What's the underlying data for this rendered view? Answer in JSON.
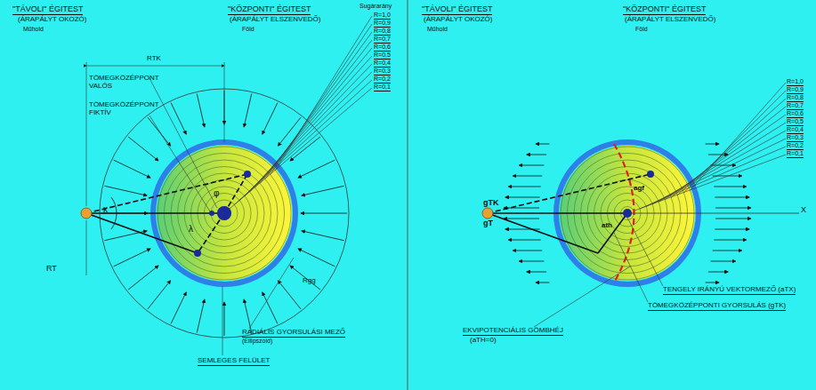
{
  "diagram": {
    "labels": [
      "\"TÁVOLI\" ÉGITEST",
      "(ÁRAPÁLYT OKOZÓ)",
      "Műhold",
      "\"KÖZPONTI\" ÉGITEST",
      "(ÁRAPÁLYT ELSZENVEDŐ)",
      "Föld",
      "Sugárarány",
      "R=1,0",
      "R=0,9",
      "R=0,8",
      "R=0,7",
      "R=0,6",
      "R=0,5",
      "R=0,4",
      "R=0,3",
      "R=0,2",
      "R=0,1",
      "RTK",
      "TÖMEGKÖZÉPPONT VALÓS",
      "TÖMEGKÖZÉPPONT FIKTÍV",
      "κ",
      "φ",
      "λ",
      "RT",
      "Rgg",
      "RADIÁLIS GYORSULÁSI MEZŐ",
      "(Ellipszoid)",
      "SEMLEGES FELÜLET",
      "\"TÁVOLI\" ÉGITEST",
      "(ÁRAPÁLYT OKOZÓ)",
      "Műhold",
      "\"KÖZPONTI\" ÉGITEST",
      "(ÁRAPÁLYT ELSZENVEDŐ)",
      "Föld",
      "R=1,0",
      "R=0,9",
      "R=0,8",
      "R=0,7",
      "R=0,6",
      "R=0,5",
      "R=0,4",
      "R=0,3",
      "R=0,2",
      "R=0,1",
      "gTK",
      "gT",
      "agf",
      "ath",
      "X",
      "TENGELY IRÁNYÚ VEKTORMEZŐ (aTX)",
      "TÖMEGKÖZÉPPONTI GYORSULÁS (gTK)",
      "EKVIPOTENCIÁLIS GÖMBHÉJ",
      "(aTH=0)"
    ]
  }
}
